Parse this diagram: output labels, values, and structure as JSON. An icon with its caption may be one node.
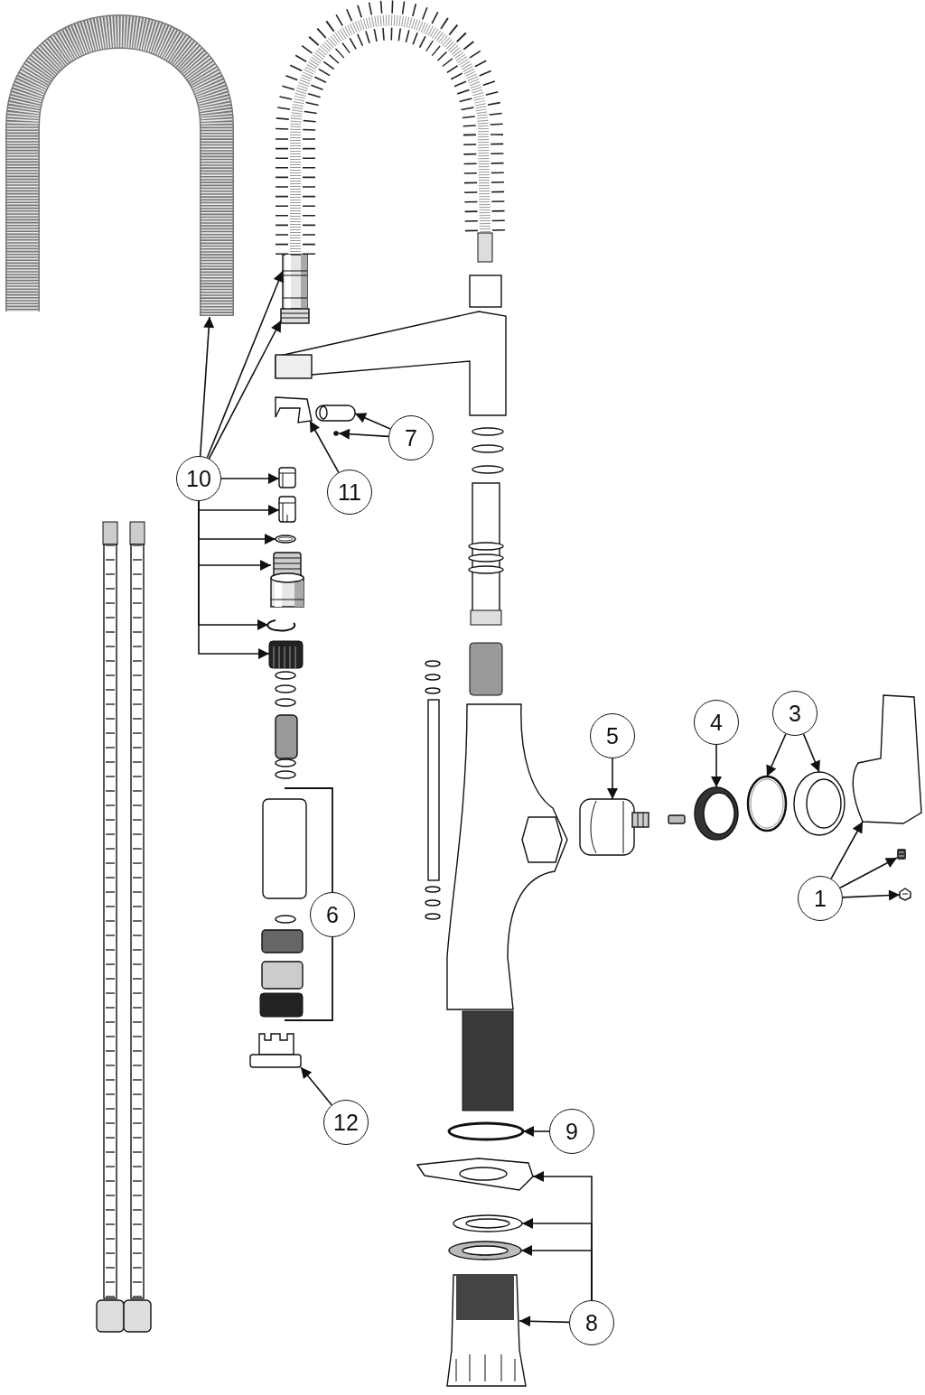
{
  "diagram": {
    "nodes": [
      {
        "text": [],
        "shape": "picture"
      },
      {
        "text": [],
        "shape": "picture"
      },
      {
        "text": [],
        "shape": "picture"
      },
      {
        "text": [
          "10"
        ]
      },
      {
        "text": [],
        "shape": "picture"
      },
      {
        "text": [],
        "shape": "picture"
      },
      {
        "text": [],
        "shape": "picture"
      },
      {
        "text": [],
        "shape": "picture"
      },
      {
        "text": [],
        "shape": "picture"
      },
      {
        "text": [],
        "shape": "picture"
      },
      {
        "text": [
          "11"
        ]
      },
      {
        "text": [],
        "shape": "picture"
      },
      {
        "text": [
          "7"
        ]
      },
      {
        "text": [],
        "shape": "picture"
      },
      {
        "text": [],
        "shape": "circle"
      },
      {
        "text": [
          "5"
        ]
      },
      {
        "text": [],
        "shape": "picture"
      },
      {
        "text": [
          "4"
        ]
      },
      {
        "text": [],
        "shape": "picture"
      },
      {
        "text": [
          "3"
        ]
      },
      {
        "text": [],
        "shape": "picture"
      },
      {
        "text": [],
        "shape": "picture"
      },
      {
        "text": [
          "1"
        ]
      },
      {
        "text": [],
        "shape": "picture"
      },
      {
        "text": [],
        "shape": "picture"
      },
      {
        "text": [],
        "shape": "picture"
      },
      {
        "text": [
          "6"
        ]
      },
      {
        "text": [
          "12"
        ]
      },
      {
        "text": [],
        "shape": "picture"
      },
      {
        "text": [
          "9"
        ]
      },
      {
        "text": [],
        "shape": "picture"
      },
      {
        "text": [
          "8"
        ]
      },
      {
        "text": [],
        "shape": "picture"
      },
      {
        "text": [],
        "shape": "picture"
      },
      {
        "text": [],
        "shape": "picture"
      },
      {
        "text": [],
        "shape": "picture"
      }
    ],
    "edges": [
      {
        "from": 3,
        "to": 0,
        "arrow": "to"
      },
      {
        "from": 3,
        "to": 1,
        "arrow": "to"
      },
      {
        "from": 3,
        "to": 2,
        "arrow": "to"
      },
      {
        "from": 3,
        "to": 4,
        "arrow": "to"
      },
      {
        "from": 3,
        "to": 5,
        "arrow": "to"
      },
      {
        "from": 3,
        "to": 6,
        "arrow": "to"
      },
      {
        "from": 3,
        "to": 7,
        "arrow": "to"
      },
      {
        "from": 3,
        "to": 8,
        "arrow": "to"
      },
      {
        "from": 3,
        "to": 9,
        "arrow": "to"
      },
      {
        "from": 10,
        "to": 11,
        "arrow": "to"
      },
      {
        "from": 12,
        "to": 13,
        "arrow": "to"
      },
      {
        "from": 12,
        "to": 14,
        "arrow": "to"
      },
      {
        "from": 15,
        "to": 16,
        "arrow": "to"
      },
      {
        "from": 17,
        "to": 18,
        "arrow": "to"
      },
      {
        "from": 19,
        "to": 20,
        "arrow": "to"
      },
      {
        "from": 19,
        "to": 21,
        "arrow": "to"
      },
      {
        "from": 22,
        "to": 23,
        "arrow": "to"
      },
      {
        "from": 22,
        "to": 24,
        "arrow": "to"
      },
      {
        "from": 22,
        "to": 25,
        "arrow": "to"
      },
      {
        "from": 27,
        "to": 28,
        "arrow": "to"
      },
      {
        "from": 29,
        "to": 30,
        "arrow": "to"
      },
      {
        "from": 31,
        "to": 32,
        "arrow": "to"
      },
      {
        "from": 31,
        "to": 33,
        "arrow": "to"
      },
      {
        "from": 31,
        "to": 34,
        "arrow": "to"
      },
      {
        "from": 31,
        "to": 35,
        "arrow": "to"
      }
    ]
  }
}
